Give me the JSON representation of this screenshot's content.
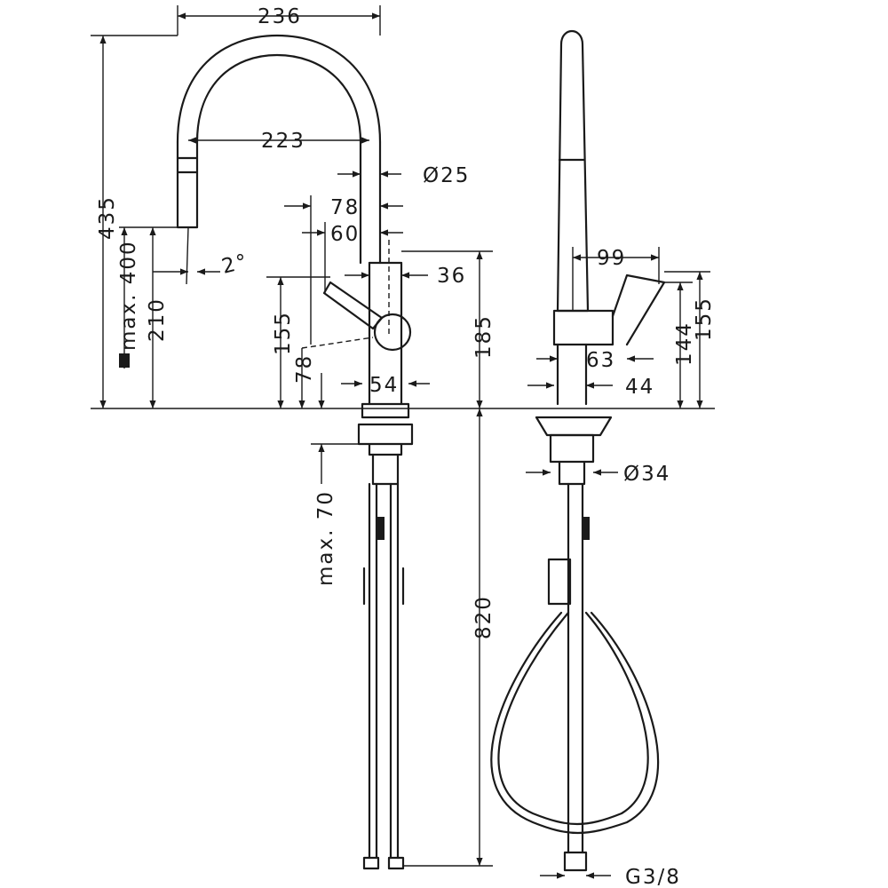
{
  "colors": {
    "ink": "#1a1a1a",
    "background": "#ffffff"
  },
  "dimensions": {
    "d236": "236",
    "d223": "223",
    "d25": "Ø25",
    "d78_top": "78",
    "d60": "60",
    "d36": "36",
    "d435": "435",
    "d400": "max. 400",
    "d2deg": "2°",
    "d210": "210",
    "d155_left": "155",
    "d78_low": "78",
    "d185": "185",
    "d54": "54",
    "d70": "max. 70",
    "d820": "820",
    "d99": "99",
    "d63": "63",
    "d44": "44",
    "d144": "144",
    "d155_right": "155",
    "d34": "Ø34",
    "dG38": "G3/8"
  }
}
